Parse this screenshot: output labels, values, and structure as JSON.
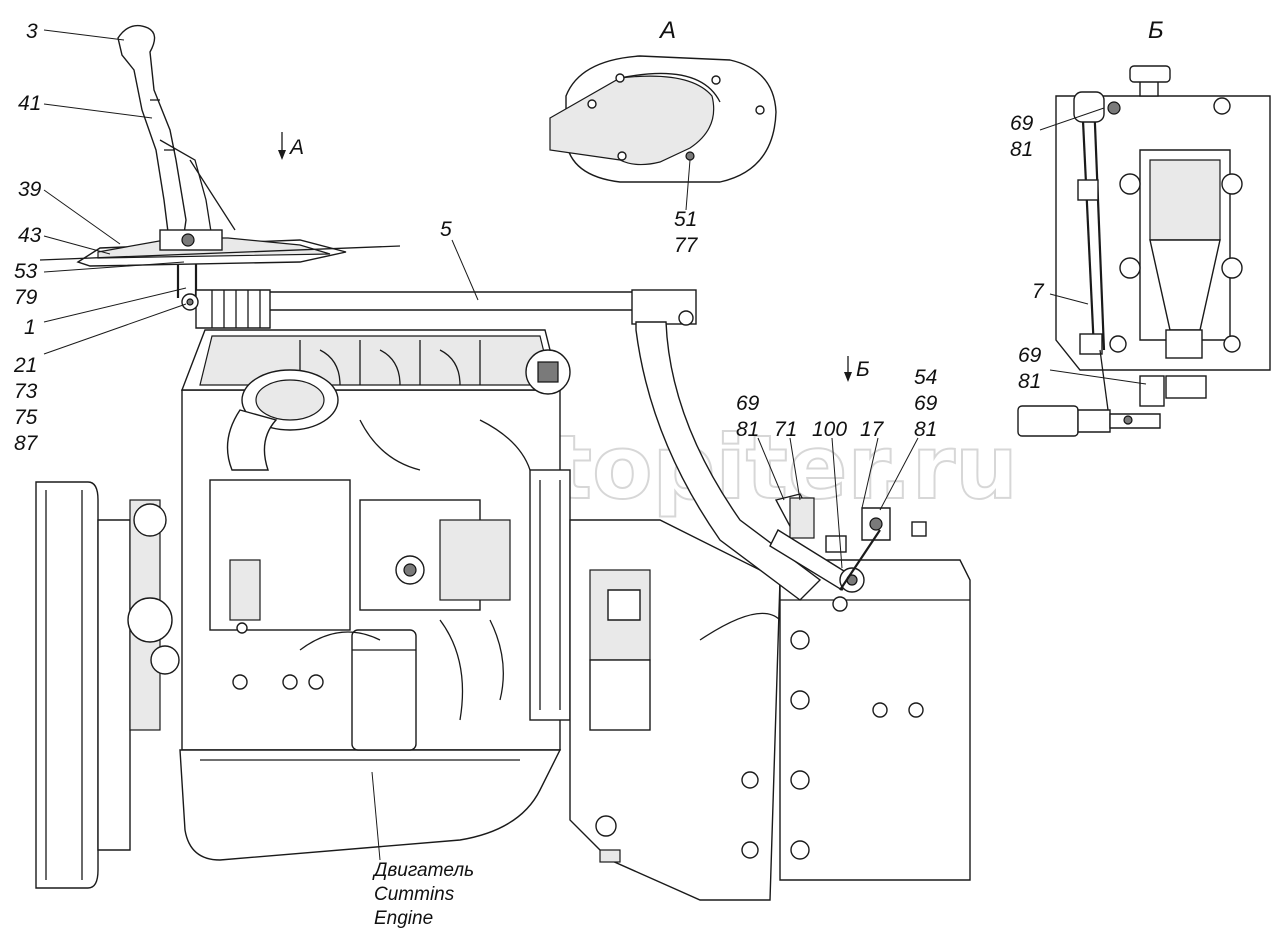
{
  "views": {
    "view_a": "А",
    "view_b": "Б",
    "arrow_a": "А",
    "arrow_b": "Б"
  },
  "callouts": {
    "c3": "3",
    "c41": "41",
    "c39": "39",
    "c43": "43",
    "c53": "53",
    "c79": "79",
    "c1": "1",
    "c21": "21",
    "c73": "73",
    "c75": "75",
    "c87": "87",
    "c5": "5",
    "c51": "51",
    "c77": "77",
    "c69_top": "69",
    "c81_top": "81",
    "c7": "7",
    "c69_mid": "69",
    "c81_mid": "81",
    "c54": "54",
    "c69_r": "69",
    "c81_r": "81",
    "c69_l": "69",
    "c81_l": "81",
    "c71": "71",
    "c100": "100",
    "c17": "17"
  },
  "caption": {
    "line1": "Двигатель",
    "line2": "Cummins",
    "line3": "Engine"
  },
  "watermark": "autopiter.ru"
}
